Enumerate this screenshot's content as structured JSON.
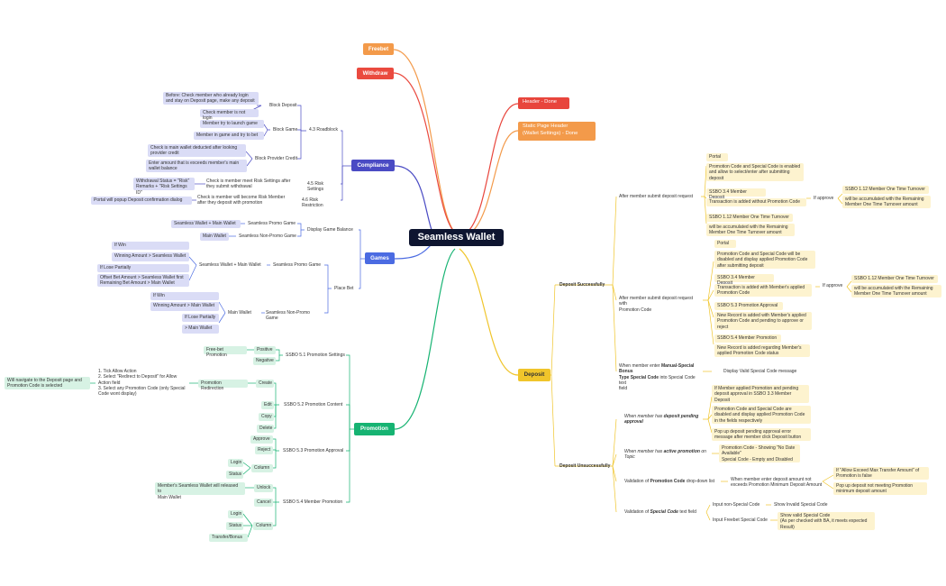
{
  "root": "Seamless Wallet",
  "main": {
    "freebet": "Freebet",
    "withdraw": "Withdraw",
    "compliance": "Compliance",
    "games": "Games",
    "promotion": "Promotion",
    "header": "Header - Done",
    "static_page": "Static Page Header\n(Wallet Settings) - Done",
    "deposit": "Deposit"
  },
  "colors": {
    "root": "#0e1530",
    "freebet": "#f39a4a",
    "withdraw": "#ea4a3f",
    "header": "#e8453c",
    "static": "#f39a4a",
    "compliance": "#4a4bc4",
    "games": "#4b6be2",
    "promotion": "#16b372",
    "deposit": "#f0c52b"
  },
  "compliance": {
    "c1": "Before: Check member who already login\nand stay on Deposit page, make any deposit",
    "c2": "Check member is not login",
    "block_deposit": "Block Deposit",
    "c3": "Member try to launch game",
    "c4": "Member in game and try to bet",
    "block_game": "Block Game",
    "roadblock": "4.3 Roadblock",
    "c5": "Check is main wallet deducted after looking\nprovider credit",
    "c6": "Enter amount that is exceeds member's main\nwallet balance",
    "block_provider": "Block Provider Credit",
    "c7": "Withdrawal Status = \"Risk\"\nRemarks + \"Risk Settings ID\"",
    "c8": "Check is member meet Risk Settings after\nthey submit withdrawal",
    "risk_settings": "4.5 Risk Settings",
    "c9": "Portal will popup Deposit confirmation dialog",
    "c10": "Check is member will become Risk Member\nafter they deposit with promotion",
    "risk_restriction": "4.6 Risk Restriction"
  },
  "games": {
    "g1": "Seamless Wallet + Main Wallet",
    "g2": "Seamless Promo Game",
    "g3": "Main Wallet",
    "g4": "Seamless Non-Promo Game",
    "display": "Display Game Balance",
    "g5": "If Win",
    "g6": "Winning Amount > Seamless Wallet",
    "g7": "If Lose Partially",
    "g8": "Offset Bet Amount > Seamless Wallet first\nRemaining Bet Amount > Main Wallet",
    "g9": "Seamless Wallet + Main Wallet",
    "g10": "Seamless Promo Game",
    "place_bet": "Place Bet",
    "g11": "If Win",
    "g12": "Winning Amount > Main Wallet",
    "g13": "If Lose Partially",
    "g14": "> Main Wallet",
    "g15": "Main Wallet",
    "g16": "Seamless Non-Promo Game"
  },
  "promotion": {
    "p1": "Free-bet Promotion",
    "p2": "Positive",
    "p3": "Negative",
    "p4": "SSBO 5.1 Promotion Settings",
    "p5": "Will navigate to the Deposit page and\nPromotion Code is selected",
    "p6": "1. Tick Allow Action\n2. Select \"Redirect to Deposit\" for Allow\nAction field\n3. Select any Promotion Code (only Special\nCode wont display)",
    "p7": "Promotion Redirection",
    "p8": "Create",
    "p9": "Edit",
    "p10": "Copy",
    "p11": "Delete",
    "p12": "SSBO 5.2 Promotion Content",
    "p13": "Approve",
    "p14": "Reject",
    "p15": "Login",
    "p16": "Status",
    "p17": "Column",
    "p18": "SSBO 5.3 Promotion Approval",
    "p19": "Member's Seamless Wallet will released to\nMain Wallet",
    "p20": "Unlock",
    "p21": "Cancel",
    "p22": "Login",
    "p23": "Status",
    "p24": "Transfer/Bonus",
    "p25": "Column",
    "p26": "SSBO 5.4 Member Promotion"
  },
  "deposit": {
    "success": "Deposit Successfully",
    "unsuccess": "Deposit Unsuccessfully",
    "d1": "After member submit deposit request",
    "d2": "Portal",
    "d3": "Promotion Code and Special Code is enabled\nand allow to select/enter after submitting\ndeposit",
    "d4": "SSBO 3.4 Member Deposit",
    "d5": "Transaction is added without Promotion Code",
    "d6": "If approve",
    "d7": "SSBO 1.12 Member One Time Turnover",
    "d8": "will be accumulated with the Remaining\nMember One Time Turnover amount",
    "d9": "SSBO 1.12 Member One Time Turnover",
    "d10": "will be accumulated with the Remaining\nMember One Time Turnover amount",
    "d11": "After member submit deposit request with\nPromotion Code",
    "d12": "Portal",
    "d13": "Promotion Code and Special Code will be\ndisabled and display applied Promotion Code\nafter submitting deposit",
    "d14": "SSBO 3.4 Member Deposit",
    "d15": "Transaction is added with Member's applied\nPromotion Code",
    "d16": "If approve",
    "d17": "SSBO 1.12 Member One Time Turnover",
    "d18": "will be accumulated with the Remaining\nMember One Time Turnover amount",
    "d19": "SSBO 5.3 Promotion Approval",
    "d20": "New Record is added with Member's applied\nPromotion Code and pending to approve or\nreject",
    "d21": "SSBO 5.4 Member Promotion",
    "d22": "New Record is added regarding Member's\napplied Promotion Code status",
    "d23a": "When member enter ",
    "d23b": "Manual-Special Bonus\nType Special Code",
    "d23c": " into Special Code text\nfield",
    "d24": "Display Valid Special Code message",
    "d25a": "When member has ",
    "d25b": "deposit pending\napproval",
    "d26": "If Member applied Promotion and pending\ndeposit approval in SSBO 3.3 Member\nDeposit",
    "d27": "Promotion Code and Special Code are\ndisabled and display applied Promotion Code\nin the fields respectively",
    "d28": "Pop up deposit pending approval error\nmessage after member click Deposit button",
    "d29a": "When member has ",
    "d29b": "active promotion",
    "d29c": " on\nTopic",
    "d30": "Promotion Code - Showing \"No Date\nAvailable\"\nSpecial Code - Empty and Disabled",
    "d31a": "Validation of ",
    "d31b": "Promotion Code",
    "d31c": " drop-down list",
    "d32": "When member enter deposit amount not\nexceeds Promotion Minimum Deposit Amount",
    "d33": "If \"Allow Exceed Max Transfer Amount\" of\nPromotion is false",
    "d34": "Pop up deposit not meeting Promotion\nminimum deposit amount",
    "d35a": "Validation of ",
    "d35b": "Special Code",
    "d35c": " text field",
    "d36": "Input non-Special Code",
    "d37": "Show Invalid Special Code",
    "d38": "Input Freebet Special Code",
    "d39": "Show valid Special Code\n(As per checked with BA, it meets expected\nResult)"
  }
}
